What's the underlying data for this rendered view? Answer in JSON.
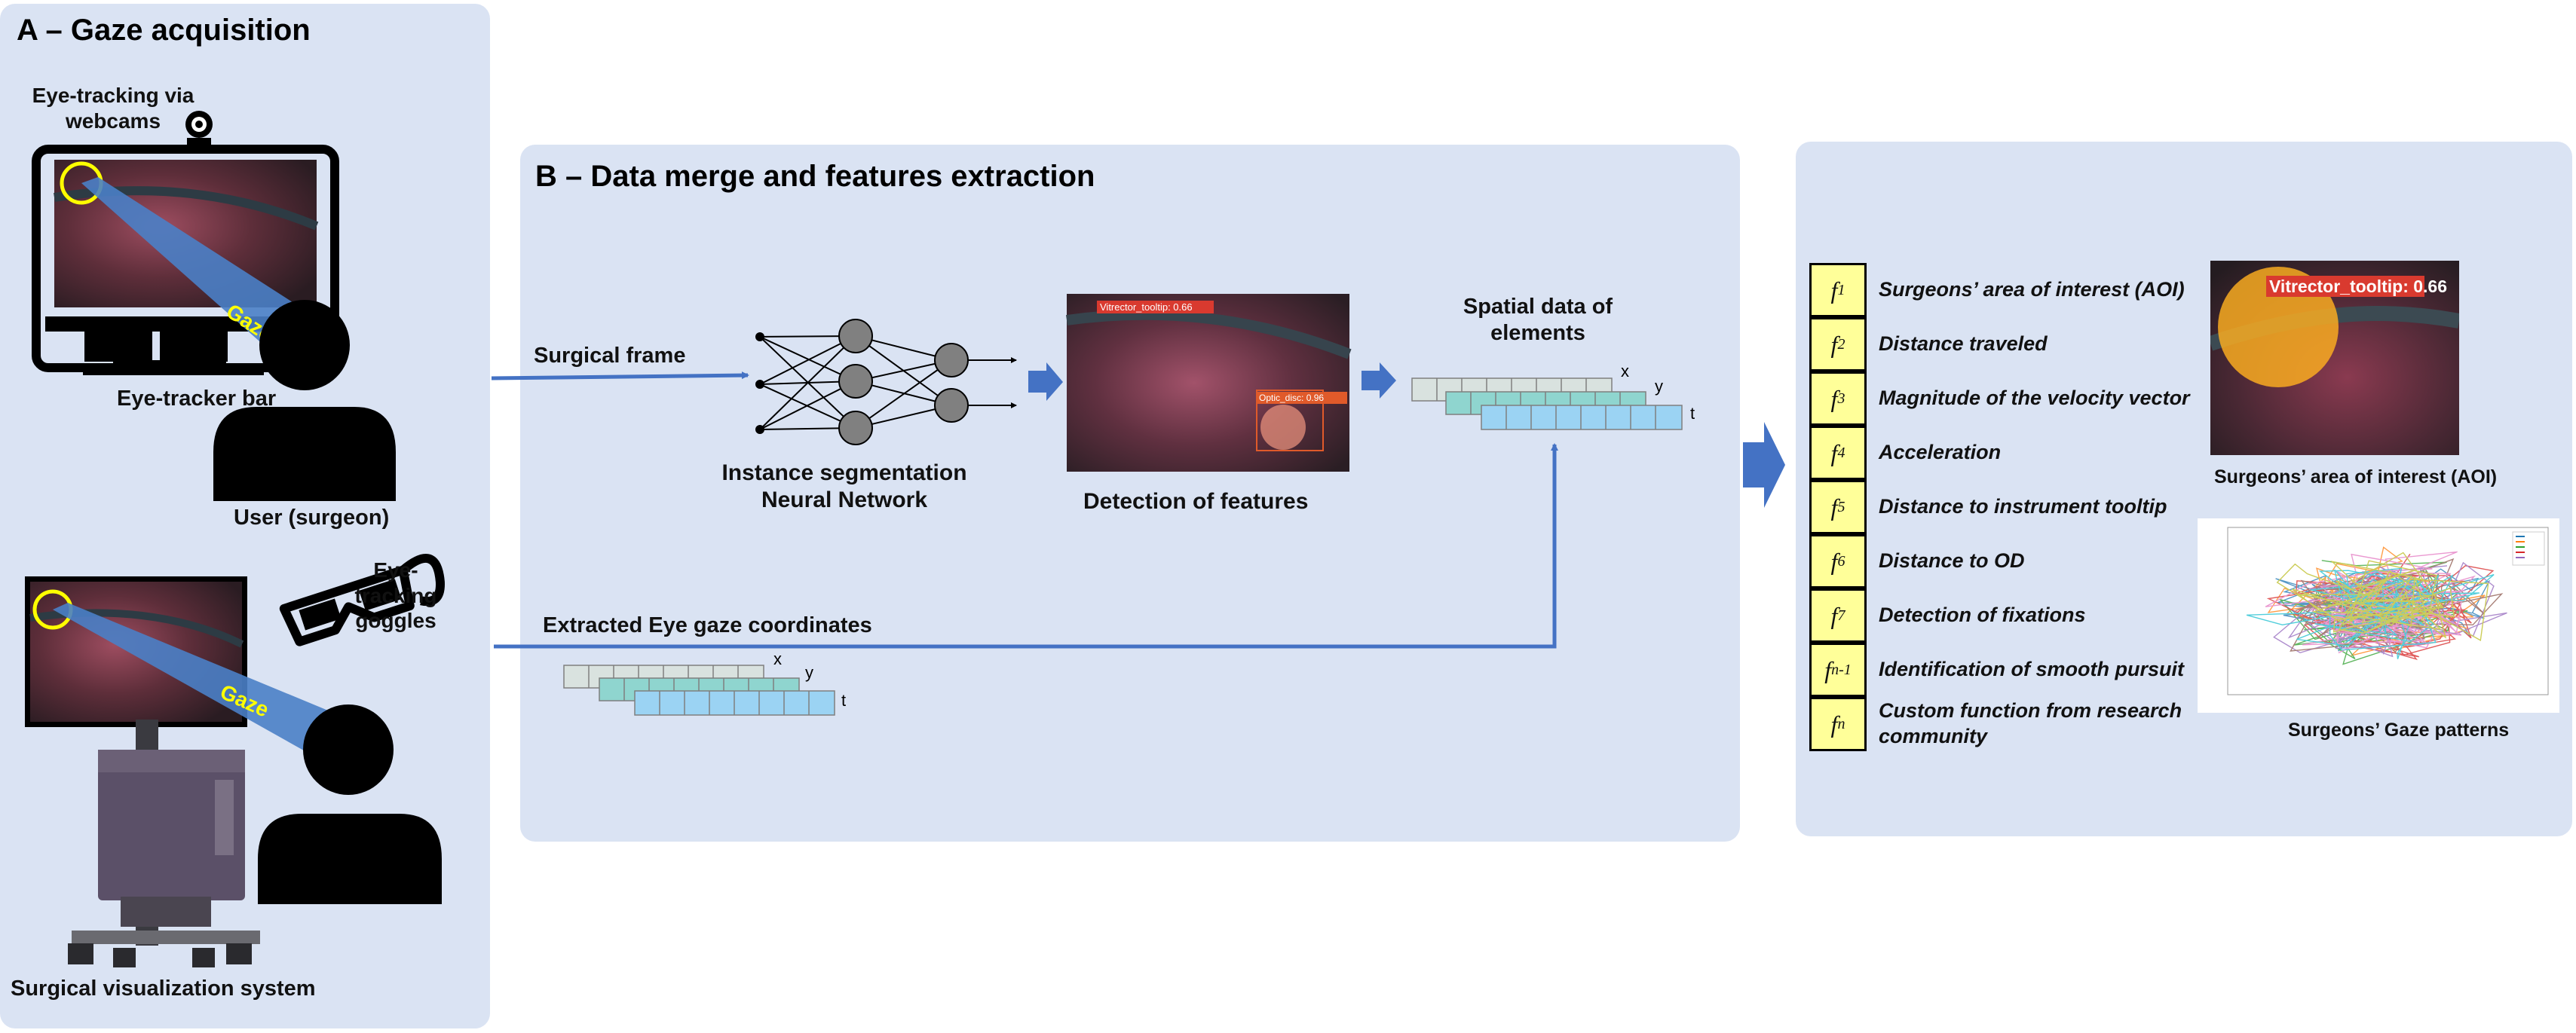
{
  "panel_a": {
    "title": "A – Gaze acquisition",
    "webcam_label": "Eye-tracking via webcams",
    "eye_tracker_bar": "Eye-tracker bar",
    "user_label": "User (surgeon)",
    "goggles_label": "Eye-tracking goggles",
    "system_label": "Surgical visualization system",
    "gaze_word": "Gaze"
  },
  "panel_b": {
    "title": "B – Data merge and features extraction",
    "surgical_frame": "Surgical frame",
    "nn_label": "Instance segmentation Neural Network",
    "detection_label": "Detection of features",
    "spatial_label": "Spatial data of elements",
    "extracted_label": "Extracted Eye gaze coordinates",
    "det_tag_1": "Vitrector_tooltip: 0.66",
    "det_tag_2": "Optic_disc: 0.96",
    "axis_x": "x",
    "axis_y": "y",
    "axis_t": "t"
  },
  "panel_c": {
    "features": [
      {
        "sym": "f",
        "sub": "1",
        "text": "Surgeons’ area of interest (AOI)"
      },
      {
        "sym": "f",
        "sub": "2",
        "text": "Distance traveled"
      },
      {
        "sym": "f",
        "sub": "3",
        "text": "Magnitude of the velocity vector"
      },
      {
        "sym": "f",
        "sub": "4",
        "text": "Acceleration"
      },
      {
        "sym": "f",
        "sub": "5",
        "text": "Distance to instrument tooltip"
      },
      {
        "sym": "f",
        "sub": "6",
        "text": "Distance to OD"
      },
      {
        "sym": "f",
        "sub": "7",
        "text": "Detection of fixations"
      },
      {
        "sym": "f",
        "sub": "n-1",
        "text": "Identification of smooth pursuit"
      },
      {
        "sym": "f",
        "sub": "n",
        "text": "Custom function from research community"
      }
    ],
    "aoi_tag": "Vitrector_tooltip: 0.66",
    "aoi_caption": "Surgeons’ area of interest (AOI)",
    "gaze_caption": "Surgeons’ Gaze patterns"
  },
  "colors": {
    "panel_bg": "#dae3f3",
    "arrow": "#4472c4",
    "feature_box": "#ffff99",
    "gaze_beam": "#4a7fc7",
    "gaze_text": "#ffff00",
    "tensor_x": "#d9e2df",
    "tensor_y": "#8fd5cf",
    "tensor_t": "#9bd3f3"
  }
}
